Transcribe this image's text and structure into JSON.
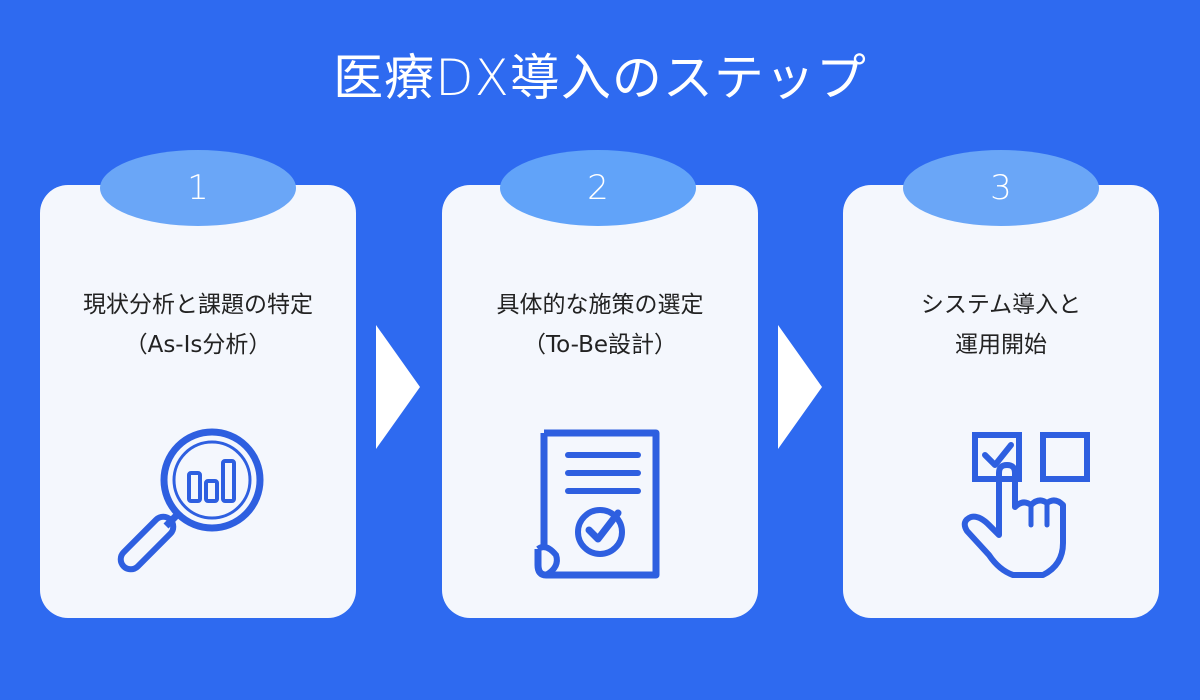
{
  "title": "医療DX導入のステップ",
  "colors": {
    "background": "#2e6af0",
    "card": "#f4f7fd",
    "badge_1": "#6aa6f7",
    "badge_2": "#61a3f9",
    "badge_3": "#6aa6f7",
    "icon": "#2e5fe0"
  },
  "steps": [
    {
      "number": "1",
      "line1": "現状分析と課題の特定",
      "line2": "（As-Is分析）",
      "icon": "magnifier-chart-icon"
    },
    {
      "number": "2",
      "line1": "具体的な施策の選定",
      "line2": "（To-Be設計）",
      "icon": "document-check-icon"
    },
    {
      "number": "3",
      "line1": "システム導入と",
      "line2": "運用開始",
      "icon": "checkbox-hand-icon"
    }
  ]
}
